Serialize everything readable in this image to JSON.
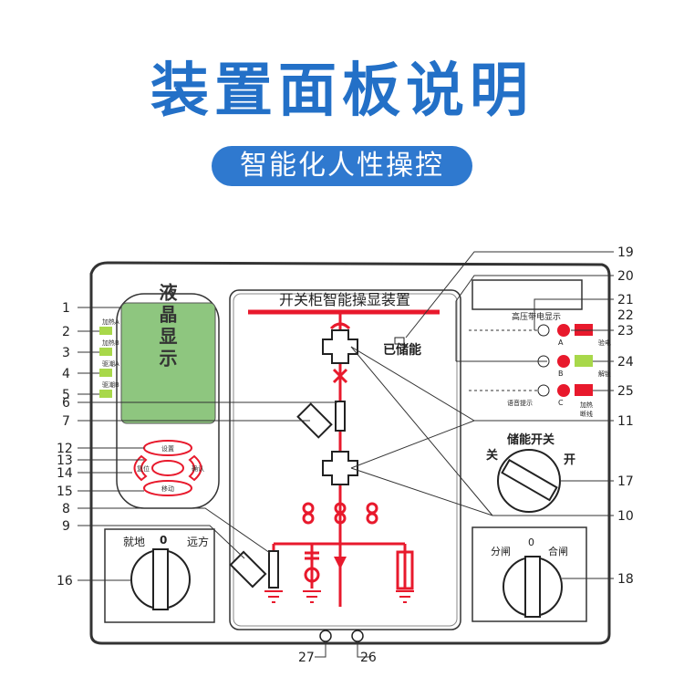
{
  "header": {
    "title": "装置面板说明",
    "subtitle": "智能化人性操控"
  },
  "panel": {
    "device_title": "开关柜智能操显装置",
    "lcd_label": "液晶显示",
    "indicators": [
      "加热A",
      "加热B",
      "驱潮A",
      "驱潮B"
    ],
    "keys": {
      "top": "设置",
      "left": "复位",
      "right": "确认",
      "bottom": "移动"
    },
    "stored_label": "已储能",
    "storage_switch": {
      "title": "储能开关",
      "off": "关",
      "on": "开"
    },
    "local_remote": {
      "left": "就地",
      "mid": "0",
      "right": "远方"
    },
    "open_close": {
      "left": "分闸",
      "mid": "0",
      "right": "合闸"
    },
    "hv_title": "高压带电显示",
    "phases": [
      "A",
      "B",
      "C"
    ],
    "side_labels": [
      "验电",
      "解锁",
      "加热",
      "断线"
    ],
    "voice_label": "语音提示",
    "callouts_left": [
      "1",
      "2",
      "3",
      "4",
      "5",
      "6",
      "7",
      "12",
      "13",
      "14",
      "15",
      "8",
      "9",
      "16"
    ],
    "callouts_right": [
      "19",
      "20",
      "21",
      "22",
      "23",
      "24",
      "25",
      "11",
      "17",
      "10",
      "18"
    ],
    "callouts_bottom": [
      "27",
      "26"
    ]
  },
  "colors": {
    "brand_blue": "#2370c7",
    "accent_red": "#e8192c",
    "lcd_green": "#8ec67f",
    "led_green": "#a8d84a"
  }
}
